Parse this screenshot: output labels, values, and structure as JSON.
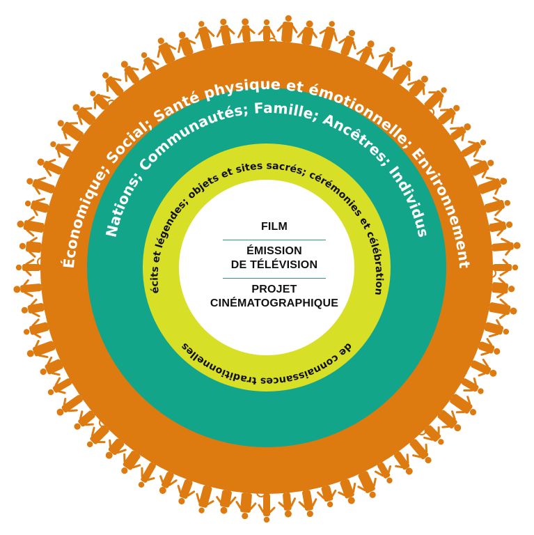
{
  "colors": {
    "outer_ring": "#dd7a10",
    "middle_ring": "#12a58a",
    "inner_ring": "#d7df27",
    "center": "#ffffff",
    "silhouette": "#dd7a10",
    "separator": "#2f9a6d"
  },
  "rings": {
    "outer_text": "Économique; Social; Santé physique et émotionnelle; Environnement",
    "middle_text": "Nations; Communautés; Famille; Ancêtres; Individus",
    "inner_top_text": "Récits et légendes; objets et sites sacrés; cérémonies et célébrations",
    "inner_bottom_text": "de connaissances traditionnelles"
  },
  "center": {
    "item_1": "FILM",
    "item_2_line_1": "ÉMISSION",
    "item_2_line_2": "DE TÉLÉVISION",
    "item_3_line_1": "PROJET",
    "item_3_line_2": "CINÉMATOGRAPHIQUE"
  },
  "decoration": {
    "border_motif": "people-silhouettes"
  }
}
